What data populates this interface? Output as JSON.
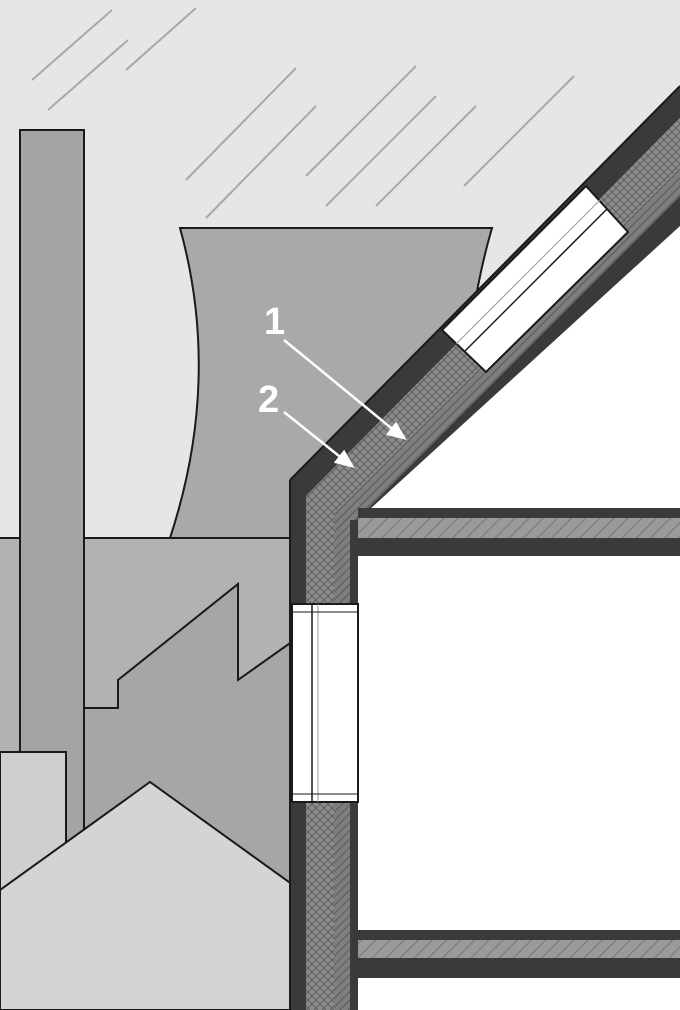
{
  "colors": {
    "sky": "#e6e6e6",
    "rain": "#a8a8a8",
    "cooling_tower": "#a9a9a9",
    "ground": "#b2b2b2",
    "chimney": "#a4a4a4",
    "factory": "#a6a6a6",
    "house_roof": "#d4d4d4",
    "interior": "#ffffff",
    "wall_dark": "#3a3a3a",
    "insulation": "#7e7e7e",
    "glass": "#ffffff",
    "outline": "#1a1a1a",
    "label": "#ffffff"
  },
  "labels": [
    {
      "id": "callout-1",
      "text": "1"
    },
    {
      "id": "callout-2",
      "text": "2"
    }
  ]
}
